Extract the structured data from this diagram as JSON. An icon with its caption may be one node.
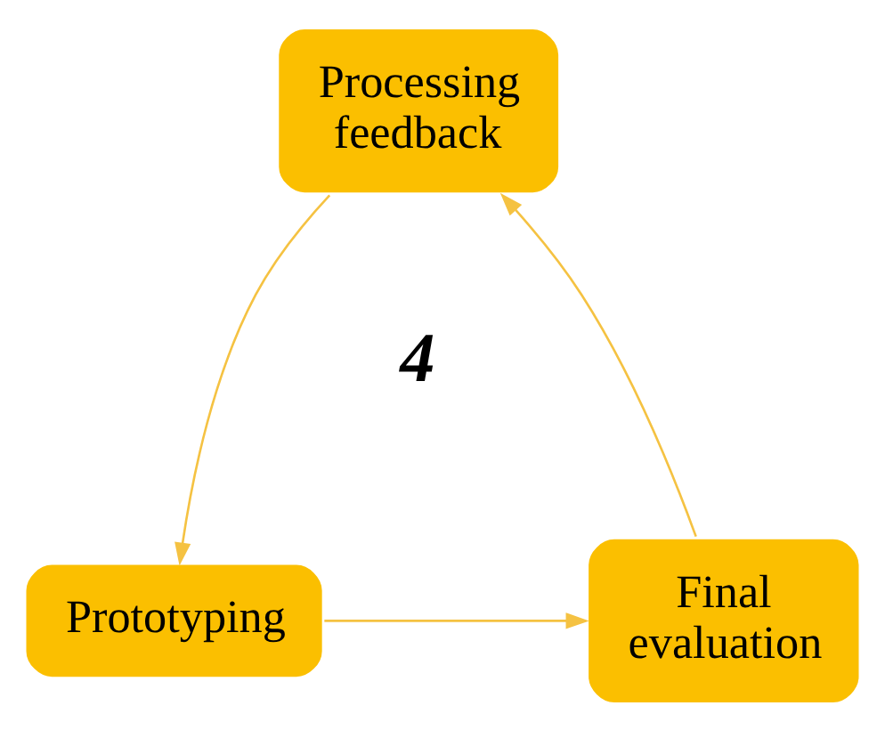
{
  "diagram": {
    "nodes": [
      {
        "text": [
          "Processing feedback"
        ]
      },
      {
        "text": [
          "Prototyping"
        ]
      },
      {
        "text": [
          "Final evaluation"
        ]
      }
    ],
    "edges": [
      {
        "from": 0,
        "to": 1,
        "arrow": "to"
      },
      {
        "from": 1,
        "to": 2,
        "arrow": "to"
      },
      {
        "from": 2,
        "to": 0,
        "arrow": "to"
      }
    ],
    "labels": [
      "4"
    ]
  }
}
